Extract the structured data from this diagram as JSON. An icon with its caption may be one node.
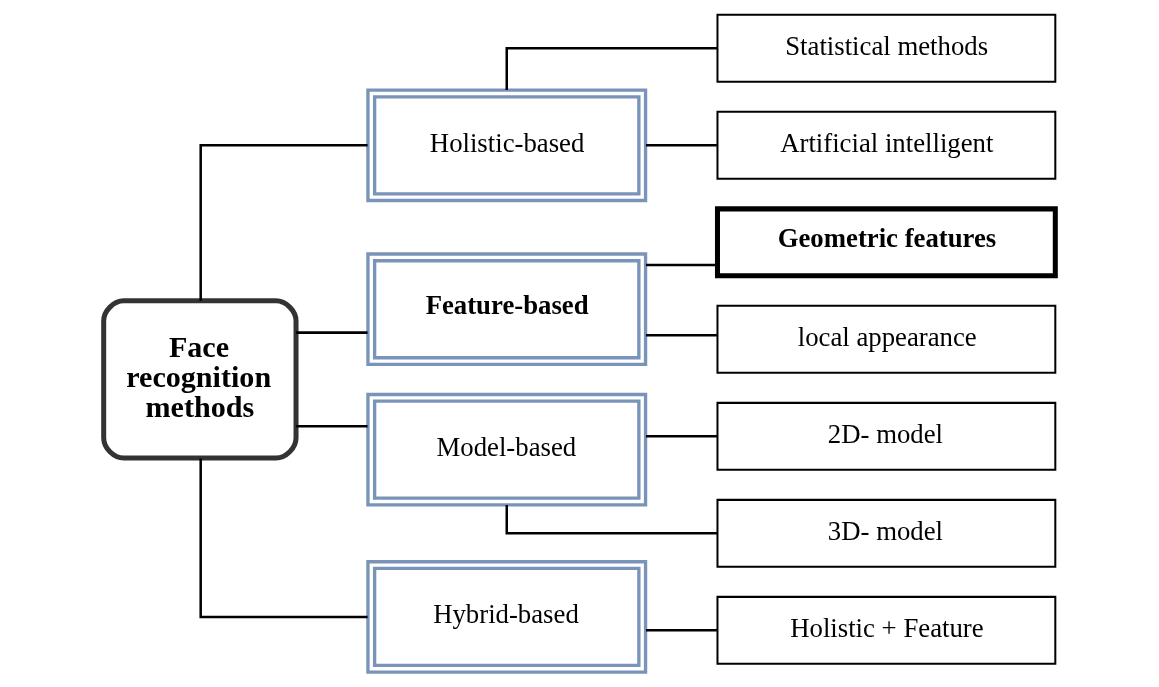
{
  "diagram": {
    "nodes": [
      {
        "text": [
          "Face recognition methods"
        ]
      },
      {
        "text": [
          "Holistic-based"
        ]
      },
      {
        "text": [
          "Feature-based"
        ]
      },
      {
        "text": [
          "Model-based"
        ]
      },
      {
        "text": [
          "Hybrid-based"
        ]
      },
      {
        "text": [
          "Statistical methods"
        ]
      },
      {
        "text": [
          "Artificial intelligent"
        ]
      },
      {
        "text": [
          "Geometric features"
        ]
      },
      {
        "text": [
          "local appearance"
        ]
      },
      {
        "text": [
          "2D- model"
        ]
      },
      {
        "text": [
          "3D- model"
        ]
      },
      {
        "text": [
          "Holistic + Feature"
        ]
      }
    ],
    "edges": [
      {
        "from": 0,
        "to": 1,
        "arrow": "none"
      },
      {
        "from": 0,
        "to": 2,
        "arrow": "none"
      },
      {
        "from": 0,
        "to": 3,
        "arrow": "none"
      },
      {
        "from": 0,
        "to": 4,
        "arrow": "none"
      },
      {
        "from": 1,
        "to": 5,
        "arrow": "none"
      },
      {
        "from": 1,
        "to": 6,
        "arrow": "none"
      },
      {
        "from": 2,
        "to": 7,
        "arrow": "none"
      },
      {
        "from": 2,
        "to": 8,
        "arrow": "none"
      },
      {
        "from": 3,
        "to": 9,
        "arrow": "none"
      },
      {
        "from": 3,
        "to": 10,
        "arrow": "none"
      },
      {
        "from": 4,
        "to": 11,
        "arrow": "none"
      }
    ]
  }
}
